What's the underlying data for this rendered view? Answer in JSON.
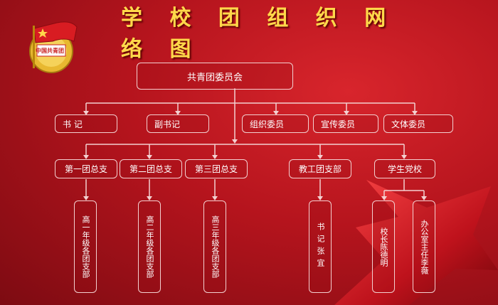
{
  "title": "学 校 团 组 织 网 络 图",
  "emblem": {
    "text": "中国共青团",
    "icon": "youth-league-emblem-icon"
  },
  "top": "共青团委员会",
  "row1": [
    "书  记",
    "副书记",
    "组织委员",
    "宣传委员",
    "文体委员"
  ],
  "row2": [
    "第一团总支",
    "第二团总支",
    "第三团总支",
    "教工团支部",
    "学生党校"
  ],
  "leaves": [
    "高一年级各团支部",
    "高二年级各团支部",
    "高三年级各团支部",
    "书记张宜",
    "校长陈德明",
    "办公室主任李薇"
  ],
  "colors": {
    "accent": "#ffd84a",
    "line": "#f3d0d0",
    "background": "#b5141d"
  }
}
